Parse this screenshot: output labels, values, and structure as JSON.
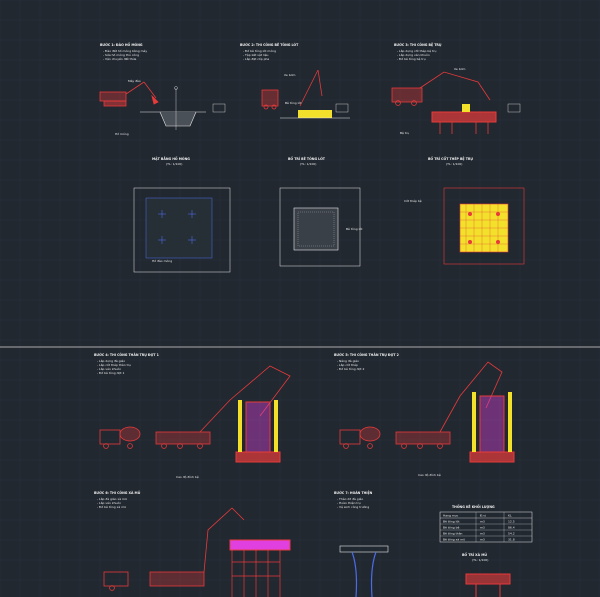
{
  "drawing": {
    "sheet_top": {
      "step1": {
        "title": "BƯỚC 1: ĐÀO HỐ MÓNG",
        "notes": [
          "- Đào đất hố móng bằng máy",
          "- Sửa hố móng thủ công",
          "- Vận chuyển đất thừa"
        ],
        "label_a": "Máy đào",
        "label_b": "Hố móng"
      },
      "step2": {
        "title": "BƯỚC 2: THI CÔNG BÊ TÔNG LÓT",
        "notes": [
          "- Đổ bê tông lót móng",
          "- Tập kết vật liệu",
          "- Lắp đặt cốp pha"
        ],
        "label_a": "Xe bơm",
        "label_b": "Bê tông lót"
      },
      "step3": {
        "title": "BƯỚC 3: THI CÔNG BỆ TRỤ",
        "notes": [
          "- Lắp dựng cốt thép bệ trụ",
          "- Lắp dựng ván khuôn",
          "- Đổ bê tông bệ trụ"
        ],
        "label_a": "Xe bơm",
        "label_b": "Bệ trụ"
      },
      "plan1": {
        "title": "MẶT BẰNG HỐ MÓNG",
        "scale": "(TL: 1/100)",
        "note": "Hố đào móng"
      },
      "plan2": {
        "title": "BỐ TRÍ BÊ TÔNG LÓT",
        "scale": "(TL: 1/100)",
        "note": "Bê tông lót"
      },
      "plan3": {
        "title": "BỐ TRÍ CỐT THÉP BỆ TRỤ",
        "scale": "(TL: 1/100)",
        "note": "Cốt thép bệ"
      }
    },
    "sheet_bottom": {
      "step4": {
        "title": "BƯỚC 4: THI CÔNG THÂN TRỤ ĐỢT 1",
        "notes": [
          "- Lắp dựng đà giáo",
          "- Lắp cốt thép thân trụ",
          "- Lắp ván khuôn",
          "- Đổ bê tông đợt 1"
        ],
        "label": "Cao độ đỉnh bệ"
      },
      "step5": {
        "title": "BƯỚC 5: THI CÔNG THÂN TRỤ ĐỢT 2",
        "notes": [
          "- Nâng đà giáo",
          "- Lắp cốt thép",
          "- Đổ bê tông đợt 2"
        ],
        "label": "Cao độ đỉnh bệ"
      },
      "step6": {
        "title": "BƯỚC 6: THI CÔNG XÀ MŨ",
        "notes": [
          "- Lắp đà giáo xà mũ",
          "- Lắp ván khuôn",
          "- Đổ bê tông xà mũ"
        ]
      },
      "step7": {
        "title": "BƯỚC 7: HOÀN THIỆN",
        "notes": [
          "- Tháo dỡ đà giáo",
          "- Hoàn thiện trụ",
          "- Vệ sinh công trường"
        ]
      },
      "table": {
        "title": "THỐNG KÊ KHỐI LƯỢNG",
        "headers": [
          "Hạng mục",
          "Đ.vị",
          "KL"
        ],
        "rows": [
          [
            "Bê tông lót",
            "m3",
            "12.5"
          ],
          [
            "Bê tông bệ",
            "m3",
            "86.4"
          ],
          [
            "Bê tông thân",
            "m3",
            "54.2"
          ],
          [
            "Bê tông xà mũ",
            "m3",
            "31.8"
          ]
        ]
      },
      "pier": {
        "title": "BỐ TRÍ XÀ MŨ",
        "scale": "(TL: 1/100)"
      }
    },
    "colors": {
      "bg": "#212830",
      "grid": "#2b333c",
      "line": "#e8e8e8",
      "red": "#e83a3a",
      "yellow": "#f2e02a",
      "magenta": "#e040e0",
      "blue": "#4a6ce8",
      "cyan": "#40d0e0"
    }
  }
}
